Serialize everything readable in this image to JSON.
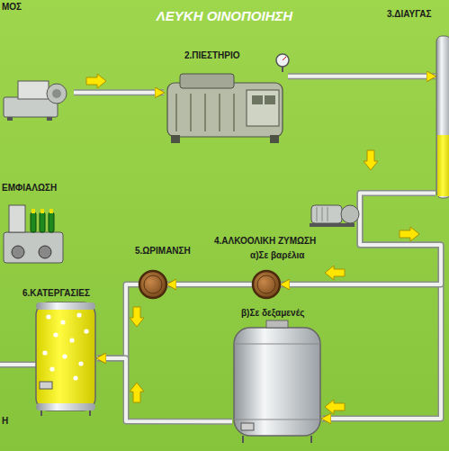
{
  "diagram": {
    "title": "ΛΕΥΚΗ ΟΙΝΟΠΟΙΗΣΗ",
    "nodes": [
      {
        "text": [
          "ΜΟΣ"
        ]
      },
      {
        "text": [
          "2.ΠΙΕΣΤΗΡΙΟ"
        ]
      },
      {
        "text": [
          "3.ΔΙΑΥΓΑΣ"
        ]
      },
      {
        "text": [
          "ΕΜΦΙΑΛΩΣΗ"
        ]
      },
      {
        "text": [
          "5.ΩΡΙΜΑΝΣΗ"
        ]
      },
      {
        "text": [
          "4.ΑΛΚΟΟΛΙΚΗ ΖΥΜΩΣΗ",
          "α)Σε βαρέλια"
        ]
      },
      {
        "text": [
          "6.ΚΑΤΕΡΓΑΣΙΕΣ"
        ]
      },
      {
        "text": [
          "β)Σε δεξαμενές"
        ]
      }
    ],
    "edges": [
      {
        "from": 0,
        "to": 1,
        "arrow": "to"
      },
      {
        "from": 1,
        "to": 2,
        "arrow": "to"
      },
      {
        "from": 2,
        "to": 7,
        "arrow": "to"
      },
      {
        "from": 2,
        "to": 5,
        "arrow": "to"
      },
      {
        "from": 5,
        "to": 4,
        "arrow": "to"
      },
      {
        "from": 4,
        "to": 6,
        "arrow": "to"
      },
      {
        "from": 7,
        "to": 6,
        "arrow": "to"
      }
    ],
    "labels": [
      "Η"
    ]
  }
}
